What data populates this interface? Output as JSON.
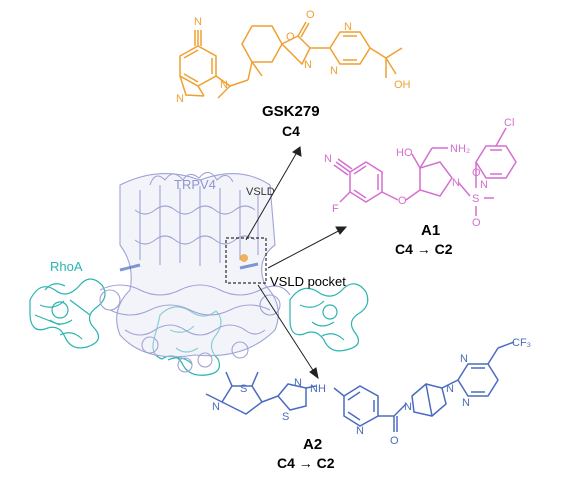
{
  "colors": {
    "gsk279": "#f0a030",
    "a1": "#d46fd0",
    "a2": "#4a6cc0",
    "trpv4": "#9fa3d6",
    "rhoa": "#2ab5b0"
  },
  "labels": {
    "trpv4": "TRPV4",
    "vsld": "VSLD",
    "rhoa": "RhoA",
    "vsld_pocket": "VSLD pocket"
  },
  "compounds": [
    {
      "name": "GSK279",
      "state": "C4"
    },
    {
      "name": "A1",
      "state": "C4 → C2"
    },
    {
      "name": "A2",
      "state": "C4 → C2"
    }
  ],
  "atoms": {
    "N": "N",
    "O": "O",
    "F": "F",
    "S": "S",
    "Cl": "Cl",
    "OH": "OH",
    "HO": "HO",
    "NH": "NH",
    "NH2": "NH₂",
    "CF3": "CF₃",
    "H": "H"
  }
}
